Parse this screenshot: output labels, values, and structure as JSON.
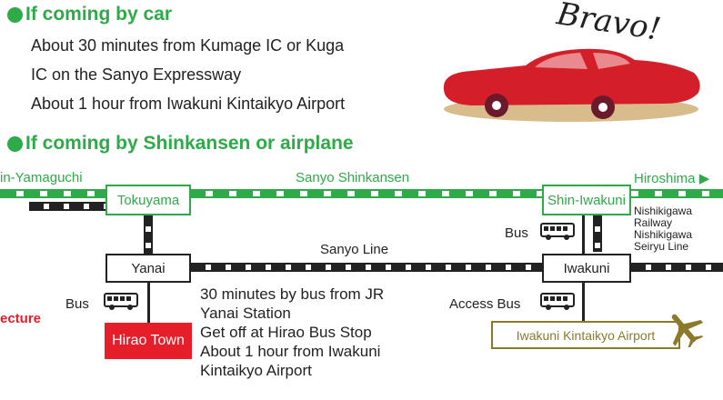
{
  "car_section": {
    "heading": "If coming by car",
    "lines": [
      "About 30 minutes from Kumage IC or Kuga",
      "IC on the Sanyo Expressway",
      "About 1 hour from Iwakuni Kintaikyo Airport"
    ],
    "bravo": "Bravo!"
  },
  "shinkansen_section": {
    "heading": "If coming by Shinkansen or airplane"
  },
  "map": {
    "shin_yamaguchi": "in-Yamaguchi",
    "sanyo_shinkansen": "Sanyo Shinkansen",
    "hiroshima": "Hiroshima",
    "tokuyama": "Tokuyama",
    "shin_iwakuni": "Shin-Iwakuni",
    "nishikigawa": [
      "Nishikigawa",
      "Railway",
      "Nishikigawa",
      "Seiryu Line"
    ],
    "bus_label": "Bus",
    "sanyo_line": "Sanyo Line",
    "yanai": "Yanai",
    "iwakuni": "Iwakuni",
    "bus_label_left": "Bus",
    "access_bus": "Access Bus",
    "prefecture_fragment": "ecture",
    "hirao_town": "Hirao Town",
    "airport": "Iwakuni Kintaikyo Airport",
    "bus_info": [
      "30 minutes by bus from JR",
      "Yanai Station",
      "Get off at Hirao Bus Stop",
      "About 1 hour from Iwakuni",
      "Kintaikyo Airport"
    ]
  },
  "colors": {
    "green": "#2eaa48",
    "red": "#e61e2a",
    "olive": "#8a7a2a",
    "car": "#d41e2a"
  }
}
